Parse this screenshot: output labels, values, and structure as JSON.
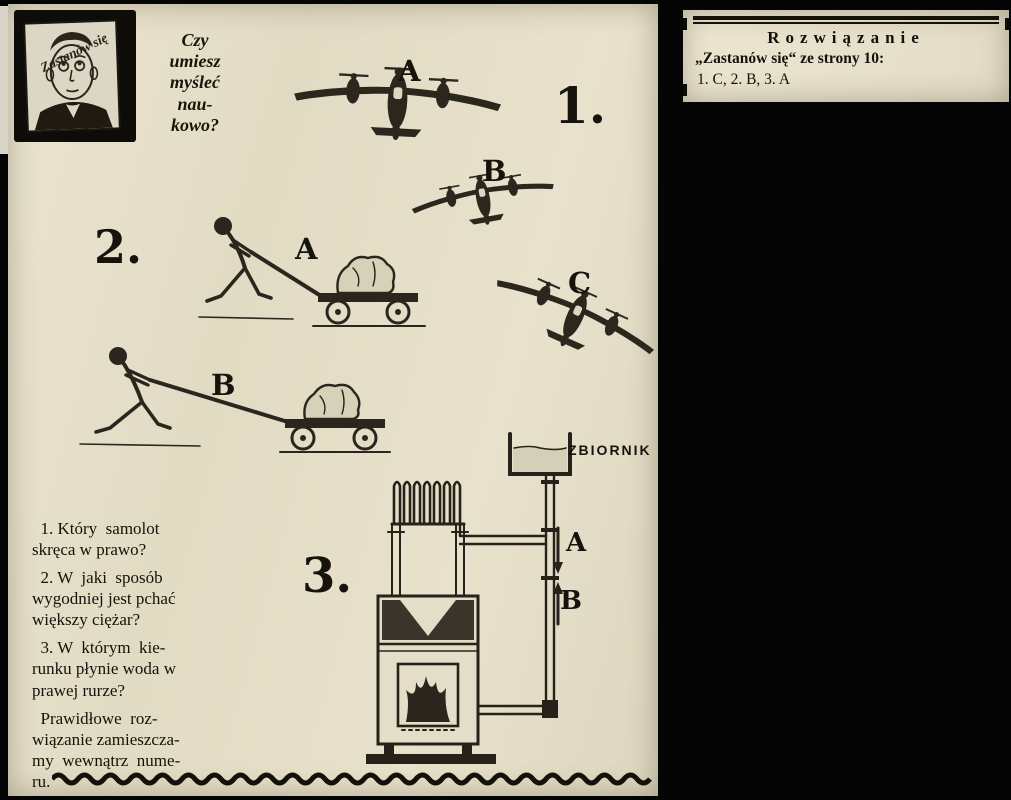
{
  "left_clipping": {
    "masthead": {
      "logo_caption": "Zastanów się",
      "tagline": "Czy\numiesz\nmyśleć\nnau-\nkowo?"
    },
    "puzzles": {
      "p1": {
        "number": "1.",
        "label_a": "A",
        "label_b": "B",
        "label_c": "C"
      },
      "p2": {
        "number": "2.",
        "label_a": "A",
        "label_b": "B"
      },
      "p3": {
        "number": "3.",
        "tank": "ZBIORNIK",
        "arrow_a": "A",
        "arrow_b": "B"
      }
    },
    "questions": [
      "  1. Który  samolot\nskręca w prawo?",
      "  2. W  jaki  sposób\nwygodniej jest pchać\nwiększy ciężar?",
      "  3. W  którym  kie-\nrunku płynie woda w\nprawej rurze?",
      "  Prawidłowe  roz-\nwiązanie zamieszcza-\nmy  wewnątrz  nume-\nru."
    ]
  },
  "solution_clipping": {
    "title": "Rozwiązanie",
    "subtitle": "„Zastanów się“ ze strony 10:",
    "answers": "1. C, 2. B, 3. A"
  },
  "colors": {
    "ink": "#26221a",
    "paper": "#e7e1cc"
  }
}
